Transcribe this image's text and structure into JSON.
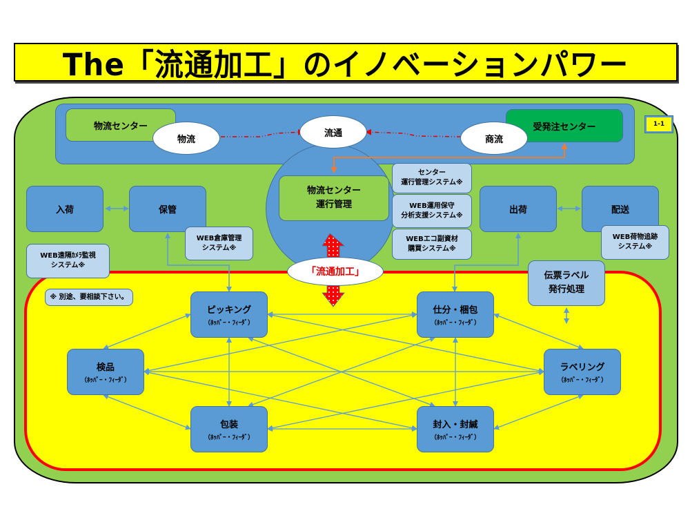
{
  "title": "The「流通加工」のイノベーションパワー",
  "page_tag": "1-1",
  "top_band": {
    "logistics_center": "物流センター",
    "order_center": "受発注センター",
    "flows": {
      "physical": "物流",
      "distribution": "流通",
      "commercial": "商流"
    }
  },
  "center_management": {
    "line1": "物流センター",
    "line2": "運行管理"
  },
  "systems": {
    "center_ops": [
      "センター",
      "運行管理システム※"
    ],
    "web_maintenance": [
      "WEB運用保守",
      "分析支援システム※"
    ],
    "web_eco": [
      "WEBエコ副資材",
      "購買システム※"
    ],
    "web_warehouse": [
      "WEB倉庫管理",
      "システム※"
    ],
    "web_camera": [
      "WEB遠隔ｶﾒﾗ監視",
      "システム※"
    ],
    "web_tracking": [
      "WEB荷物追跡",
      "システム※"
    ]
  },
  "flow_nodes": {
    "receiving": "入荷",
    "storage": "保管",
    "shipping": "出荷",
    "delivery": "配送"
  },
  "slip_label": [
    "伝票ラベル",
    "発行処理"
  ],
  "processing_label": "「流通加工」",
  "note": "※ 別途、要相談下さい。",
  "processes": [
    {
      "id": "picking",
      "title": "ピッキング",
      "sub": "（ﾎｯﾊﾟｰ・ﾌｨｰﾀﾞ）"
    },
    {
      "id": "sorting",
      "title": "仕分・梱包",
      "sub": "（ﾎｯﾊﾟｰ・ﾌｨｰﾀﾞ）"
    },
    {
      "id": "inspection",
      "title": "検品",
      "sub": "（ﾎｯﾊﾟｰ・ﾌｨｰﾀﾞ）"
    },
    {
      "id": "labeling",
      "title": "ラベリング",
      "sub": "（ﾎｯﾊﾟｰ・ﾌｨｰﾀﾞ）"
    },
    {
      "id": "packaging",
      "title": "包装",
      "sub": "（ﾎｯﾊﾟｰ・ﾌｨｰﾀﾞ）"
    },
    {
      "id": "sealing",
      "title": "封入・封緘",
      "sub": "（ﾎｯﾊﾟｰ・ﾌｨｰﾀﾞ）"
    }
  ],
  "colors": {
    "title_bg": "#ffff00",
    "outer_green": "#92d050",
    "blue": "#5b9bd5",
    "light_blue": "#bdd7ee",
    "dark_green": "#00b050",
    "processing_border": "#ff0000",
    "connector": "#5b9bd5",
    "order_arrow": "#ed7d31"
  }
}
